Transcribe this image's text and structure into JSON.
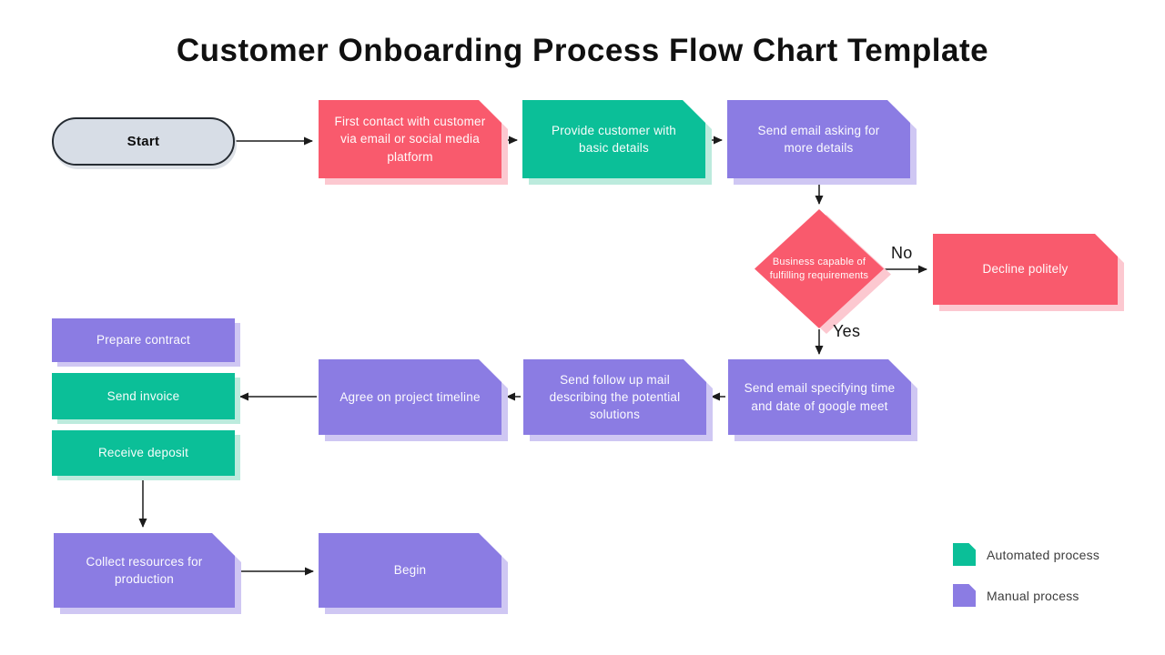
{
  "title": "Customer Onboarding Process Flow Chart Template",
  "nodes": {
    "start": {
      "label": "Start",
      "shape": "pill"
    },
    "first_contact": {
      "label": "First contact with customer via email or social media platform",
      "type": "alert"
    },
    "provide_details": {
      "label": "Provide customer with basic details",
      "type": "automated"
    },
    "send_email_asking": {
      "label": "Send email asking for more details",
      "type": "manual"
    },
    "decision": {
      "label": "Business capable of fulfilling requirements",
      "type": "decision"
    },
    "decline": {
      "label": "Decline politely",
      "type": "alert"
    },
    "send_email_meet": {
      "label": "Send email specifying time and date of google meet",
      "type": "manual"
    },
    "follow_up": {
      "label": "Send follow up mail describing the potential solutions",
      "type": "manual"
    },
    "agree_timeline": {
      "label": "Agree on project timeline",
      "type": "manual"
    },
    "prepare_contract": {
      "label": "Prepare contract",
      "type": "manual"
    },
    "send_invoice": {
      "label": "Send invoice",
      "type": "automated"
    },
    "receive_deposit": {
      "label": "Receive deposit",
      "type": "automated"
    },
    "collect_resources": {
      "label": "Collect resources for production",
      "type": "manual"
    },
    "begin": {
      "label": "Begin",
      "type": "manual"
    }
  },
  "branch_labels": {
    "yes": "Yes",
    "no": "No"
  },
  "edges": [
    {
      "from": "start",
      "to": "first_contact"
    },
    {
      "from": "first_contact",
      "to": "provide_details"
    },
    {
      "from": "provide_details",
      "to": "send_email_asking"
    },
    {
      "from": "send_email_asking",
      "to": "decision"
    },
    {
      "from": "decision",
      "to": "decline",
      "label": "No"
    },
    {
      "from": "decision",
      "to": "send_email_meet",
      "label": "Yes"
    },
    {
      "from": "send_email_meet",
      "to": "follow_up"
    },
    {
      "from": "follow_up",
      "to": "agree_timeline"
    },
    {
      "from": "agree_timeline",
      "to": "send_invoice"
    },
    {
      "from": "receive_deposit",
      "to": "collect_resources"
    },
    {
      "from": "collect_resources",
      "to": "begin"
    }
  ],
  "legend": {
    "automated": {
      "label": "Automated process",
      "color": "#0BBF98"
    },
    "manual": {
      "label": "Manual process",
      "color": "#8B7CE3"
    }
  },
  "colors": {
    "manual": "#8B7CE3",
    "automated": "#0BBF98",
    "alert": "#F95A6D",
    "manual_shadow": "#CFC7F3",
    "automated_shadow": "#BCEBDD",
    "alert_shadow": "#FCC8D0",
    "start_fill": "#D7DDE6",
    "start_border": "#262C33",
    "arrow": "#1B1B1B"
  }
}
